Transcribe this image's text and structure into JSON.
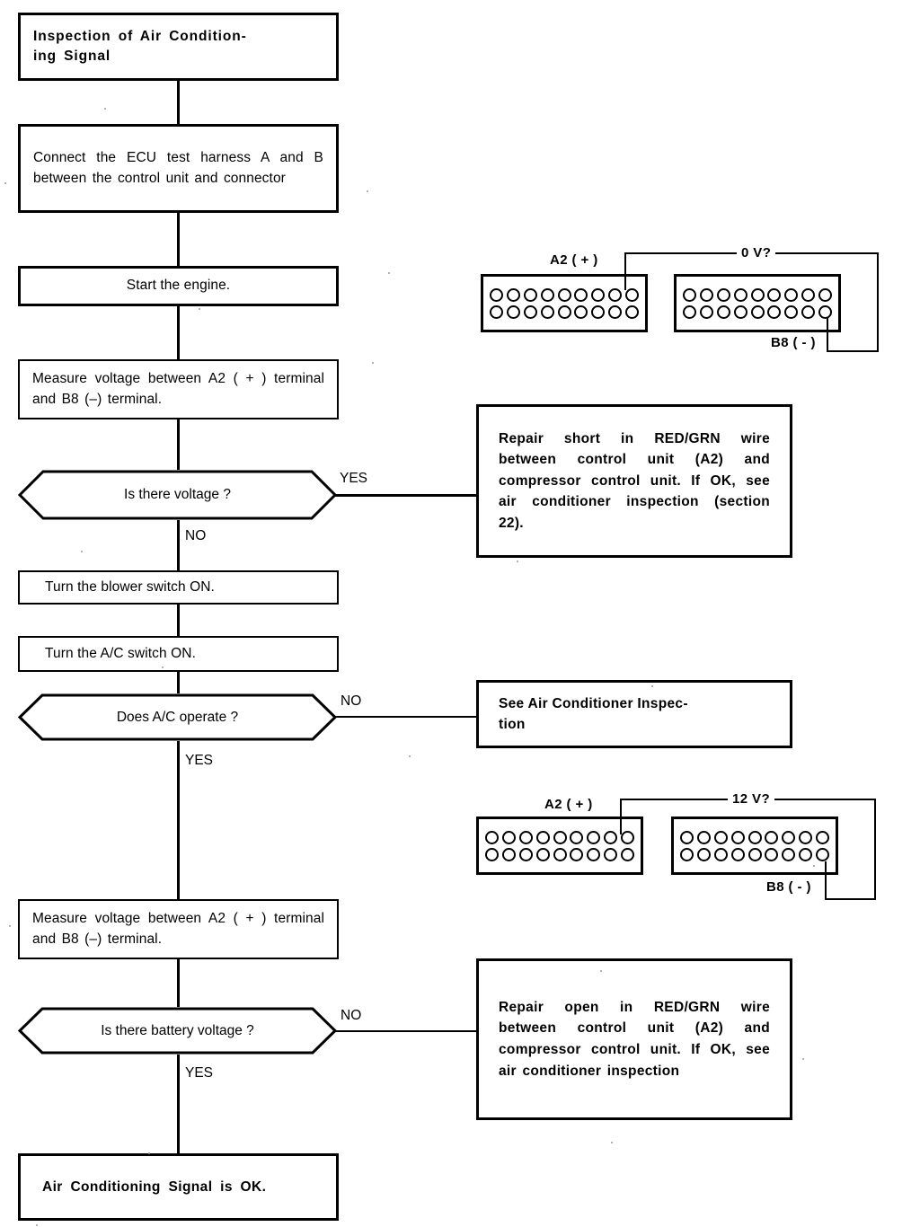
{
  "document": {
    "title": "Inspection of Air Conditioning Signal",
    "type": "automotive-troubleshooting-flowchart"
  },
  "flow": {
    "nodes": [
      {
        "id": "start",
        "kind": "terminator",
        "label": "Inspection of Air Condition-\ning Signal"
      },
      {
        "id": "connect",
        "kind": "process",
        "label": "Connect the ECU test harness A and B between the control unit and connector"
      },
      {
        "id": "engine",
        "kind": "process",
        "label": "Start the engine."
      },
      {
        "id": "measure1",
        "kind": "process",
        "label": "Measure  voltage  between  A2 ( + ) terminal and B8 (–) terminal."
      },
      {
        "id": "decision1",
        "kind": "decision",
        "label": "Is there voltage ?"
      },
      {
        "id": "repair-short",
        "kind": "process",
        "label": "Repair short in RED/GRN wire between control unit (A2) and compressor control unit. If OK, see air conditioner inspection (section 22)."
      },
      {
        "id": "blower",
        "kind": "process",
        "label": "Turn the blower switch ON."
      },
      {
        "id": "acswitch",
        "kind": "process",
        "label": "Turn the A/C switch ON."
      },
      {
        "id": "decision2",
        "kind": "decision",
        "label": "Does A/C operate ?"
      },
      {
        "id": "see-ac",
        "kind": "process",
        "label": "See Air Conditioner Inspec-\ntion"
      },
      {
        "id": "measure2",
        "kind": "process",
        "label": "Measure  voltage  between  A2 ( + ) terminal and B8 (–) terminal."
      },
      {
        "id": "decision3",
        "kind": "decision",
        "label": "Is there battery voltage ?"
      },
      {
        "id": "repair-open",
        "kind": "process",
        "label": "Repair open in RED/GRN wire between control unit (A2) and compressor control unit. If OK, see air conditioner inspection"
      },
      {
        "id": "ok",
        "kind": "terminator",
        "label": "Air  Conditioning  Signal  is OK."
      }
    ],
    "branch_labels": {
      "d1_yes": "YES",
      "d1_no": "NO",
      "d2_no": "NO",
      "d2_yes": "YES",
      "d3_no": "NO",
      "d3_yes": "YES"
    }
  },
  "connector_diagrams": [
    {
      "id": "diagram-0v",
      "voltage_label": "0 V?",
      "positive_label": "A2 ( + )",
      "negative_label": "B8 ( - )",
      "left_connector": {
        "rows": 2,
        "pins_per_row": 9,
        "marked_pin": {
          "row": 1,
          "index": 8
        }
      },
      "right_connector": {
        "rows": 2,
        "pins_per_row": 9,
        "marked_pin": {
          "row": 2,
          "index": 9
        }
      }
    },
    {
      "id": "diagram-12v",
      "voltage_label": "12 V?",
      "positive_label": "A2 ( + )",
      "negative_label": "B8 ( - )",
      "left_connector": {
        "rows": 2,
        "pins_per_row": 9,
        "marked_pin": {
          "row": 1,
          "index": 8
        }
      },
      "right_connector": {
        "rows": 2,
        "pins_per_row": 9,
        "marked_pin": {
          "row": 2,
          "index": 9
        }
      }
    }
  ],
  "colors": {
    "ink": "#000000",
    "paper": "#ffffff"
  }
}
